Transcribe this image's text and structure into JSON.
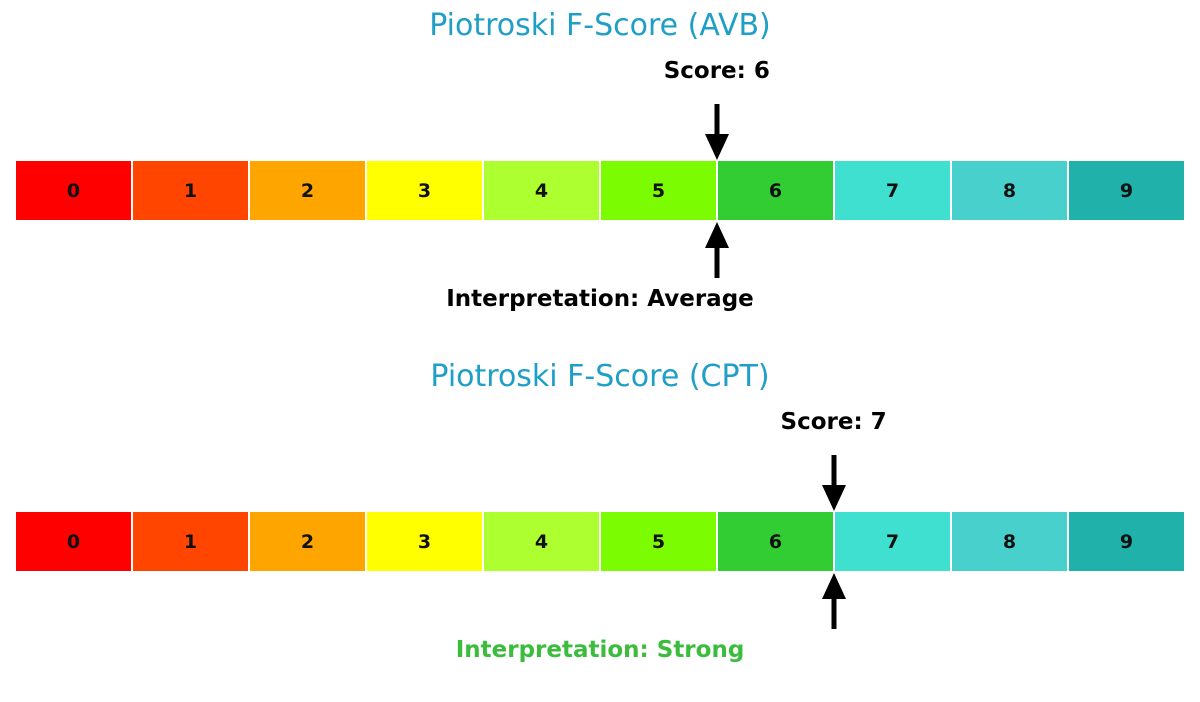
{
  "chart_data": [
    {
      "type": "gauge",
      "title": "Piotroski F-Score (AVB)",
      "categories": [
        "0",
        "1",
        "2",
        "3",
        "4",
        "5",
        "6",
        "7",
        "8",
        "9"
      ],
      "segment_colors": [
        "#ff0000",
        "#ff4500",
        "#ffa500",
        "#ffff00",
        "#adff2f",
        "#7cfc00",
        "#32cd32",
        "#40e0d0",
        "#48d1cc",
        "#20b2aa"
      ],
      "score": 6,
      "score_label": "Score: 6",
      "interpretation": "Interpretation: Average",
      "interpretation_color": "#000000"
    },
    {
      "type": "gauge",
      "title": "Piotroski F-Score (CPT)",
      "categories": [
        "0",
        "1",
        "2",
        "3",
        "4",
        "5",
        "6",
        "7",
        "8",
        "9"
      ],
      "segment_colors": [
        "#ff0000",
        "#ff4500",
        "#ffa500",
        "#ffff00",
        "#adff2f",
        "#7cfc00",
        "#32cd32",
        "#40e0d0",
        "#48d1cc",
        "#20b2aa"
      ],
      "score": 7,
      "score_label": "Score: 7",
      "interpretation": "Interpretation: Strong",
      "interpretation_color": "#3cbc3c"
    }
  ]
}
